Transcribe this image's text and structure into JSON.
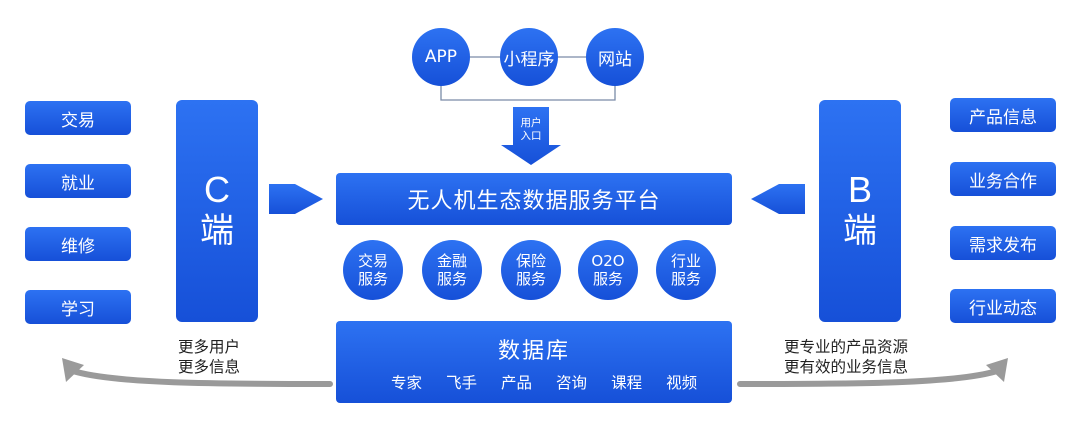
{
  "c_side": {
    "items": [
      "交易",
      "就业",
      "维修",
      "学习"
    ],
    "column_letter": "C",
    "column_char": "端",
    "note": "更多用户\n更多信息"
  },
  "b_side": {
    "items": [
      "产品信息",
      "业务合作",
      "需求发布",
      "行业动态"
    ],
    "column_letter": "B",
    "column_char": "端",
    "note": "更专业的产品资源\n更有效的业务信息"
  },
  "channels": [
    "APP",
    "小程序",
    "网站"
  ],
  "entry_label": "用户\n入口",
  "platform_title": "无人机生态数据服务平台",
  "services": [
    "交易\n服务",
    "金融\n服务",
    "保险\n服务",
    "O2O\n服务",
    "行业\n服务"
  ],
  "database": {
    "title": "数据库",
    "items": [
      "专家",
      "飞手",
      "产品",
      "咨询",
      "课程",
      "视频"
    ]
  },
  "colors": {
    "primary": "#1f5fe6",
    "arrow_gray": "#9a9a9a"
  }
}
